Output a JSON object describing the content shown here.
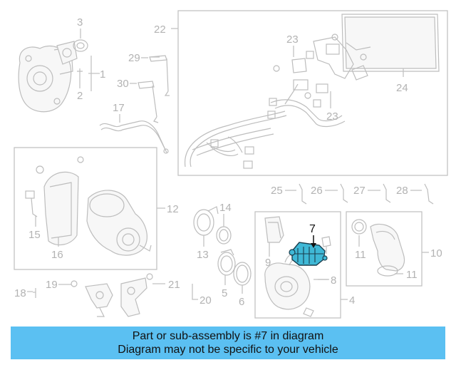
{
  "callouts": {
    "c1": "1",
    "c2": "2",
    "c3": "3",
    "c4": "4",
    "c5": "5",
    "c6": "6",
    "c7": "7",
    "c8": "8",
    "c9": "9",
    "c10": "10",
    "c11a": "11",
    "c11b": "11",
    "c12": "12",
    "c13": "13",
    "c14": "14",
    "c15": "15",
    "c16": "16",
    "c17": "17",
    "c18": "18",
    "c19": "19",
    "c20": "20",
    "c21": "21",
    "c22": "22",
    "c23a": "23",
    "c23b": "23",
    "c24": "24",
    "c25": "25",
    "c26": "26",
    "c27": "27",
    "c28": "28",
    "c29": "29",
    "c30": "30"
  },
  "highlight": {
    "part_number": "7",
    "color": "#3fb8d6"
  },
  "banner": {
    "line1": "Part or sub-assembly is #7 in diagram",
    "line2": "Diagram may not be specific to your vehicle",
    "background": "#5bc0f2"
  }
}
